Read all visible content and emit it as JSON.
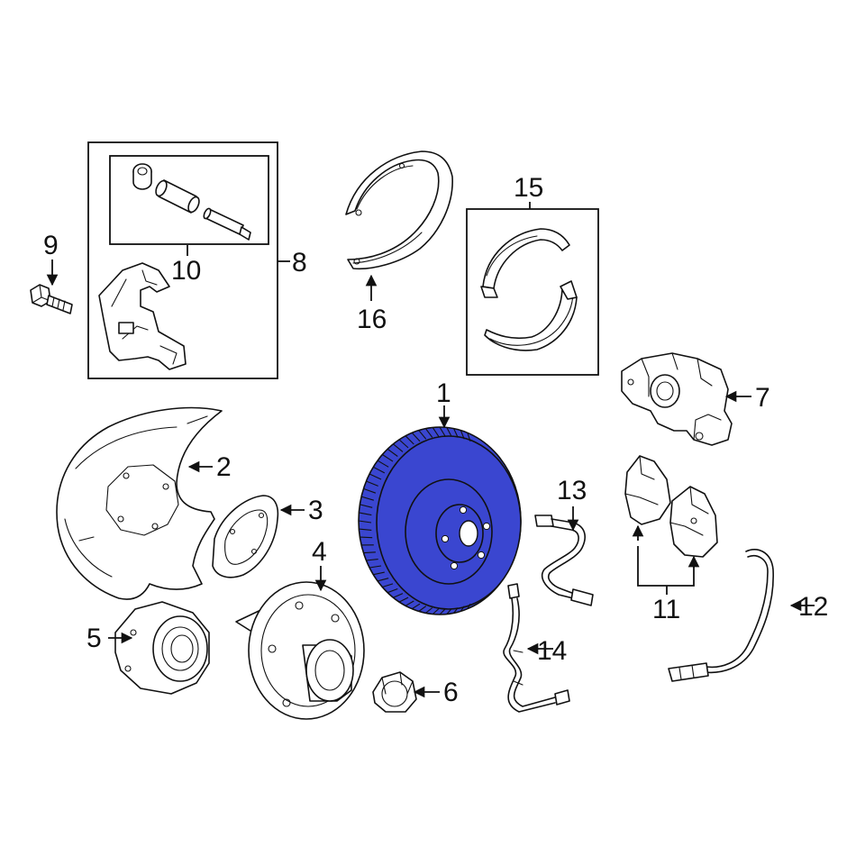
{
  "diagram": {
    "highlight_color": "#3a46d0",
    "line_color": "#111111",
    "callouts": {
      "c1": "1",
      "c2": "2",
      "c3": "3",
      "c4": "4",
      "c5": "5",
      "c6": "6",
      "c7": "7",
      "c8": "8",
      "c9": "9",
      "c10": "10",
      "c11": "11",
      "c12": "12",
      "c13": "13",
      "c14": "14",
      "c15": "15",
      "c16": "16"
    },
    "highlighted_part": "1"
  }
}
